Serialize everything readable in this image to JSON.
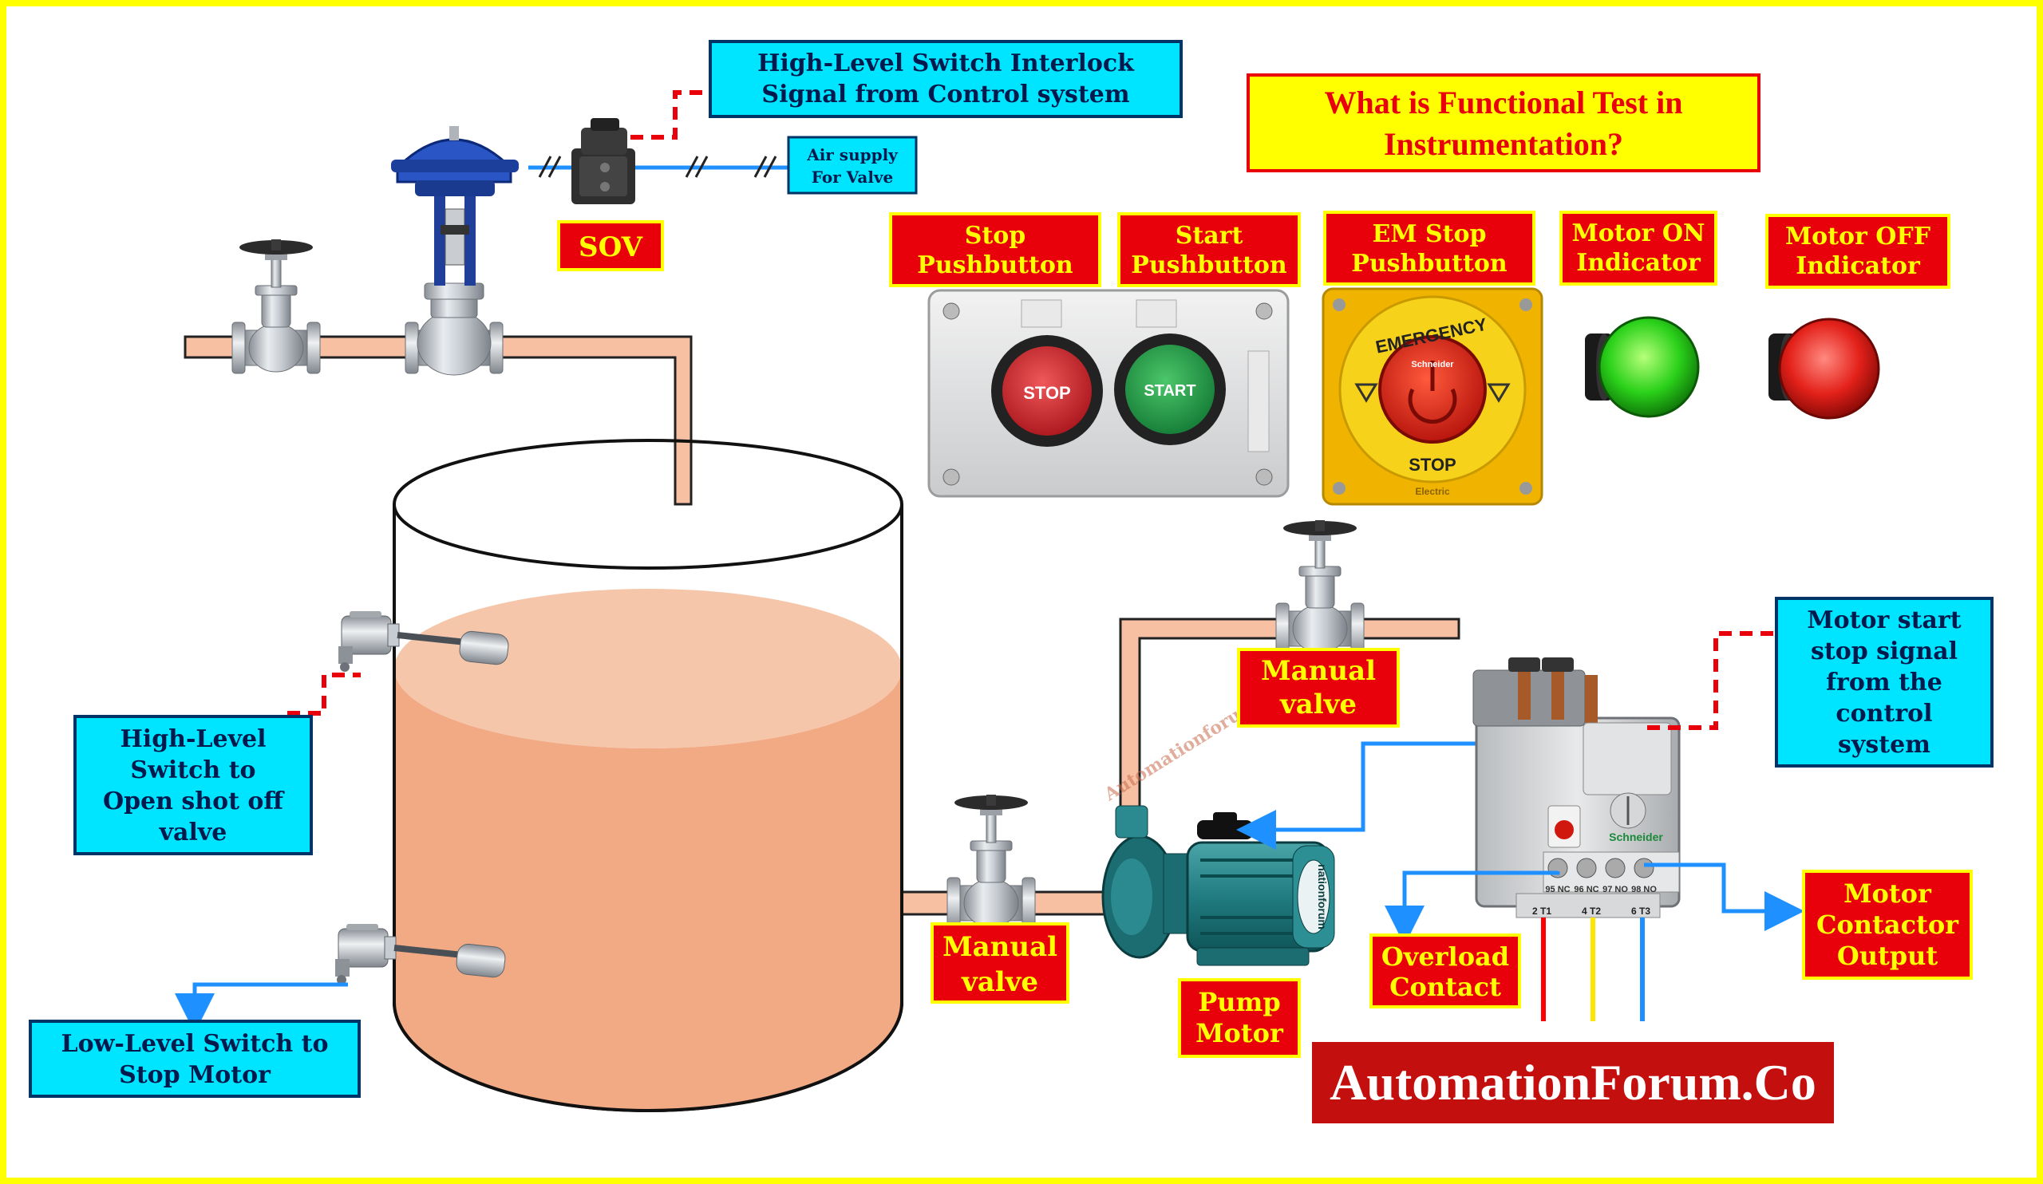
{
  "title": "What is Functional Test in Instrumentation?",
  "brand": "AutomationForum.Co",
  "watermark": "Automationforum.co",
  "labels": {
    "interlock": [
      "High-Level Switch  Interlock",
      "Signal from Control system"
    ],
    "air_supply": [
      "Air supply",
      "For Valve"
    ],
    "sov": "SOV",
    "stop_pb": [
      "Stop",
      "Pushbutton"
    ],
    "start_pb": [
      "Start",
      "Pushbutton"
    ],
    "em_stop_pb": [
      "EM Stop",
      "Pushbutton"
    ],
    "motor_on": [
      "Motor ON",
      "Indicator"
    ],
    "motor_off": [
      "Motor OFF",
      "Indicator"
    ],
    "manual_valve_top": [
      "Manual",
      "valve"
    ],
    "manual_valve_bottom": [
      "Manual",
      "valve"
    ],
    "motor_signal": [
      "Motor start",
      "stop  signal",
      "from the",
      "control",
      "system"
    ],
    "high_level": [
      "High-Level",
      "Switch  to",
      "Open shot off",
      "valve"
    ],
    "low_level": [
      "Low-Level Switch  to",
      "Stop Motor"
    ],
    "pump_motor": [
      "Pump",
      "Motor"
    ],
    "overload": [
      "Overload",
      "Contact"
    ],
    "contactor": [
      "Motor",
      "Contactor",
      "Output"
    ]
  },
  "device_text": {
    "stop_button": "STOP",
    "start_button": "START",
    "emergency": "EMERGENCY",
    "em_stop": "STOP",
    "schneider": "Schneider",
    "electric": "Electric",
    "relay_brand": "Schneider",
    "relay_terminals": [
      "95 NC",
      "96 NC",
      "97 NO",
      "98 NO"
    ],
    "relay_phases": [
      "2 T1",
      "4 T2",
      "6 T3"
    ],
    "motor_badge": "nationforum"
  },
  "colors": {
    "frame": "#ffff00",
    "label_fill": "#ffff00",
    "label_border": "#e8000b",
    "label_text": "#e8000b",
    "callout_fill": "#00e5ff",
    "callout_border": "#003366",
    "callout_text": "#001a4d",
    "signal_line": "#e8000b",
    "wire_blue": "#1e90ff",
    "liquid": "#f2aa85",
    "pipe": "#f7c0a2",
    "brand_bg": "#c40f0f",
    "phase_red": "#ff0000",
    "phase_yellow": "#ffe600",
    "phase_blue": "#1e90ff"
  },
  "icons": [
    "gate-valve-icon",
    "control-valve-icon",
    "solenoid-valve-icon",
    "level-switch-icon",
    "pump-motor-icon",
    "overload-relay-icon",
    "push-button-station-icon",
    "emergency-stop-icon",
    "indicator-lamp-icon"
  ]
}
